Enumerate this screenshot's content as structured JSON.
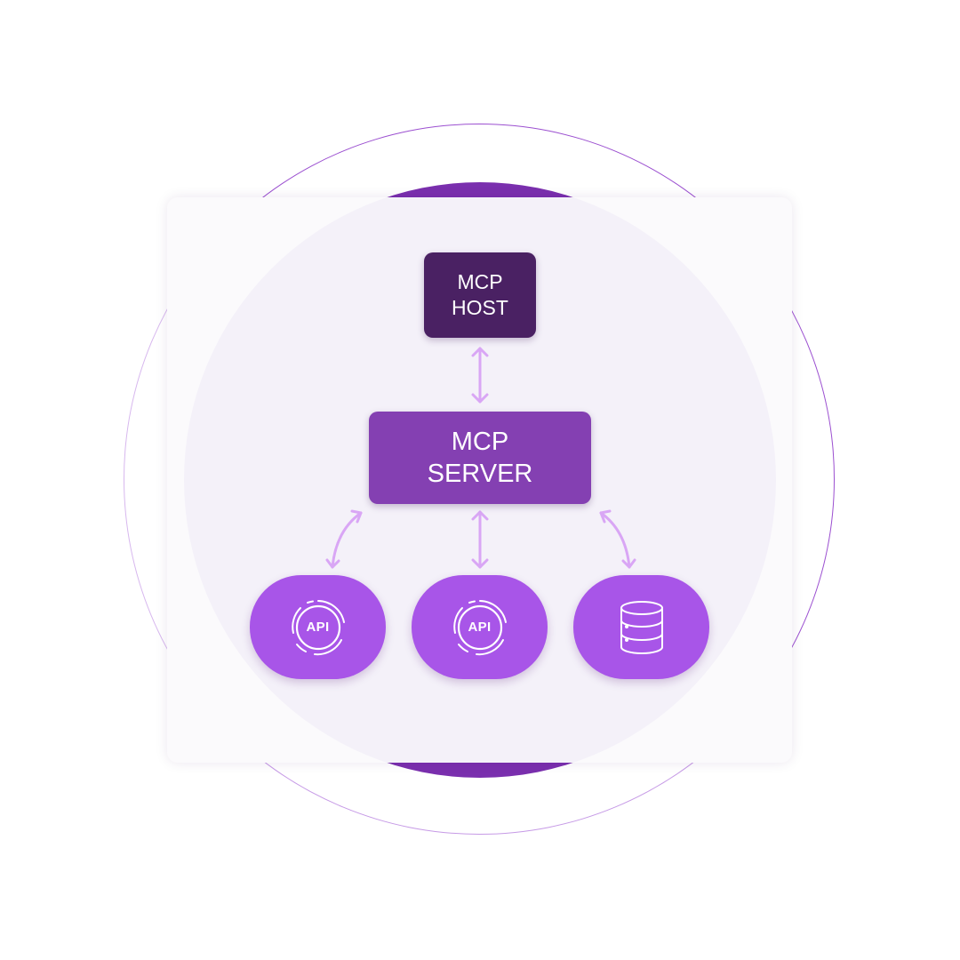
{
  "host": {
    "line1": "MCP",
    "line2": "HOST"
  },
  "server": {
    "line1": "MCP",
    "line2": "SERVER"
  },
  "nodes": [
    {
      "label": "API",
      "icon": "api-icon"
    },
    {
      "label": "API",
      "icon": "api-icon"
    },
    {
      "label": "",
      "icon": "database-icon"
    }
  ],
  "colors": {
    "host": "#4a2163",
    "server": "#8440b2",
    "node": "#a855e8",
    "arrow": "#d9a6f5",
    "ring": "#9b4fd0"
  }
}
